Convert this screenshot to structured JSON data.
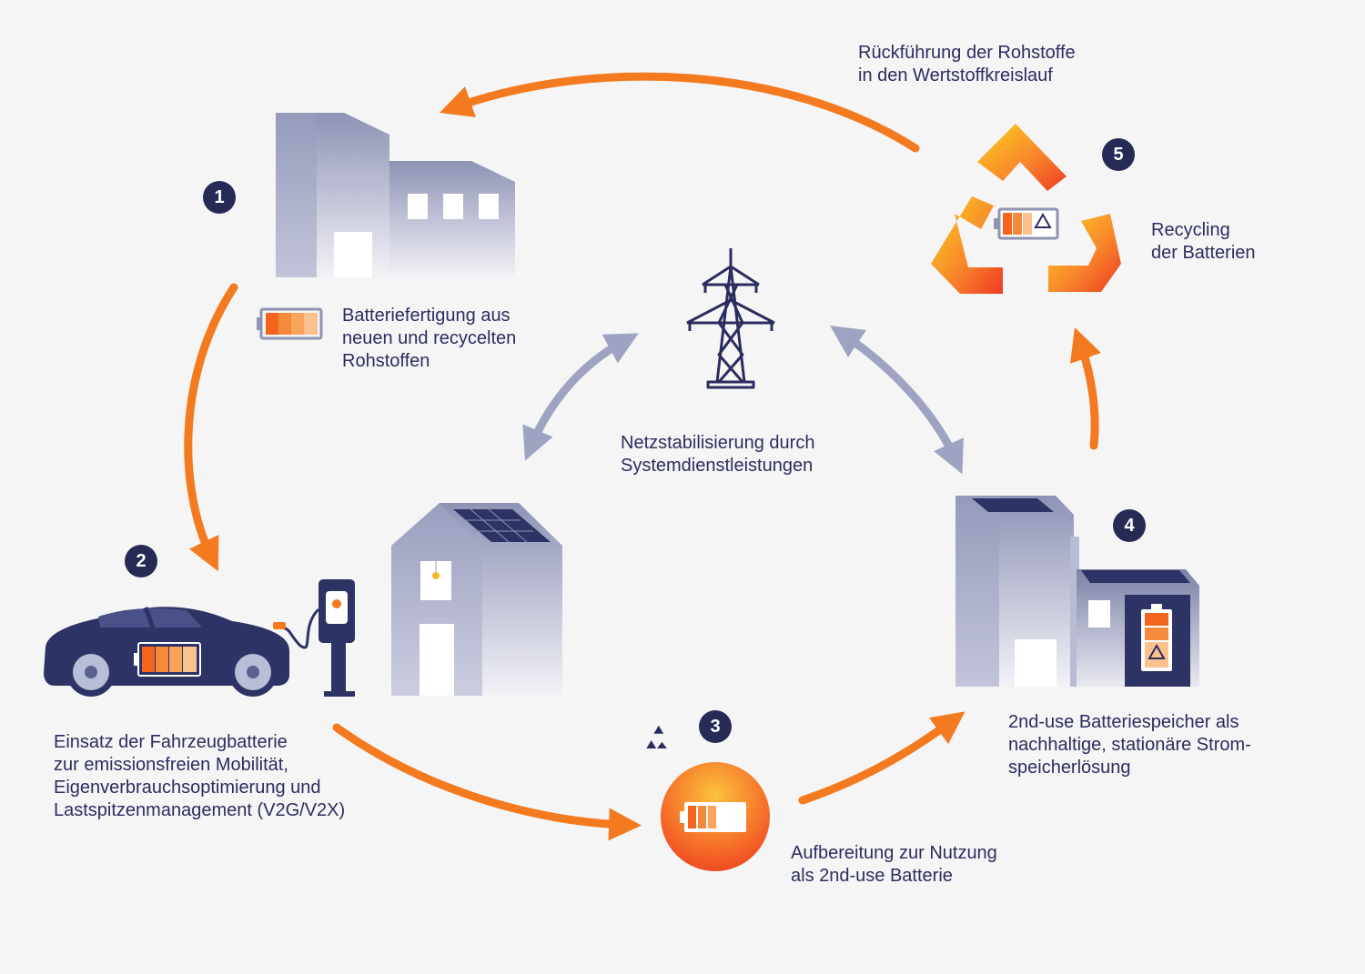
{
  "colors": {
    "flow_orange": "#f47a1f",
    "grid_grey": "#9ea3c2",
    "navy": "#262a55",
    "background": "#f5f5f6"
  },
  "steps": [
    {
      "number": "1",
      "icon": "factory-icon",
      "lines": [
        "Batteriefertigung aus",
        "neuen und recycelten",
        "Rohstoffen"
      ]
    },
    {
      "number": "2",
      "icon": "electric-car-icon",
      "lines": [
        "Einsatz der Fahrzeugbatterie",
        "zur emissionsfreien Mobilität,",
        "Eigenverbrauchsoptimierung und",
        "Lastspitzenmanagement (V2G/V2X)"
      ]
    },
    {
      "number": "3",
      "icon": "refurbished-battery-icon",
      "lines": [
        "Aufbereitung zur Nutzung",
        "als 2nd-use Batterie"
      ]
    },
    {
      "number": "4",
      "icon": "stationary-storage-building-icon",
      "lines": [
        "2nd-use Batteriespeicher als",
        "nachhaltige, stationäre Strom-",
        "speicherlösung"
      ]
    },
    {
      "number": "5",
      "icon": "recycling-icon",
      "lines": [
        "Recycling",
        "der Batterien"
      ]
    }
  ],
  "return_flow": {
    "lines": [
      "Rückführung der Rohstoffe",
      "in den Wertstoffkreislauf"
    ]
  },
  "grid": {
    "icon": "power-pylon-icon",
    "lines": [
      "Netzstabilisierung durch",
      "Systemdienstleistungen"
    ]
  },
  "house": {
    "icon": "solar-house-icon"
  }
}
